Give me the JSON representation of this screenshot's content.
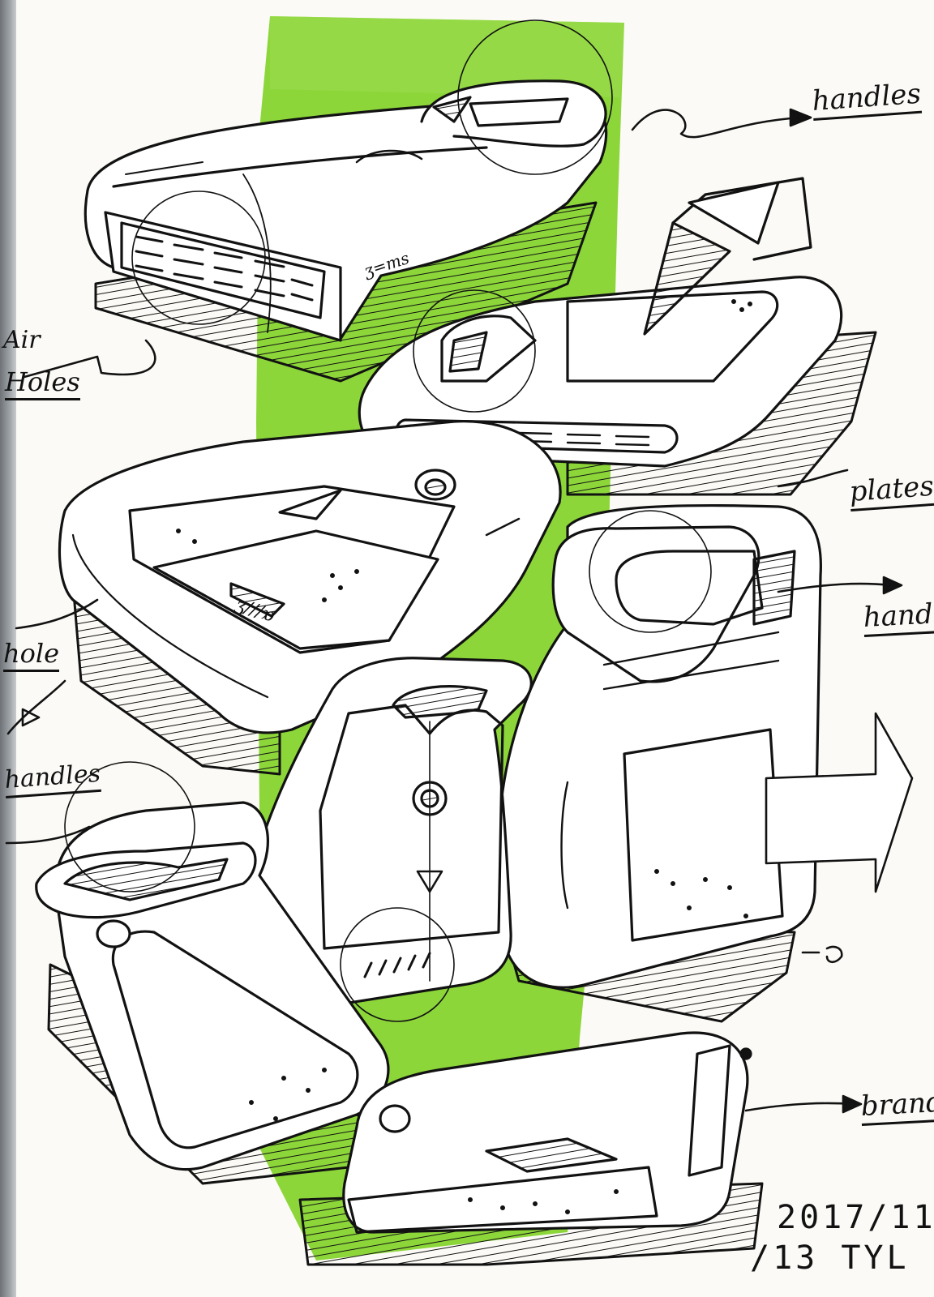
{
  "colors": {
    "accent_green": "#8cd63a",
    "ink": "#121212",
    "paper": "#fbfaf6"
  },
  "annotations": {
    "handles_top_right": "handles",
    "air_holes_line1": "Air",
    "air_holes_line2": "Holes",
    "plates_right": "plates",
    "handles_mid_right": "handles",
    "holes_left": "hole",
    "handles_left": "handles",
    "brand_bottom_right": "brand"
  },
  "product_marks": {
    "top_appliance_logo": "ʒ=ms",
    "side_appliance_logo": "ʒ///ɒ"
  },
  "signature": {
    "date_line1": "2017/11",
    "date_line2": "/13 TYL"
  }
}
